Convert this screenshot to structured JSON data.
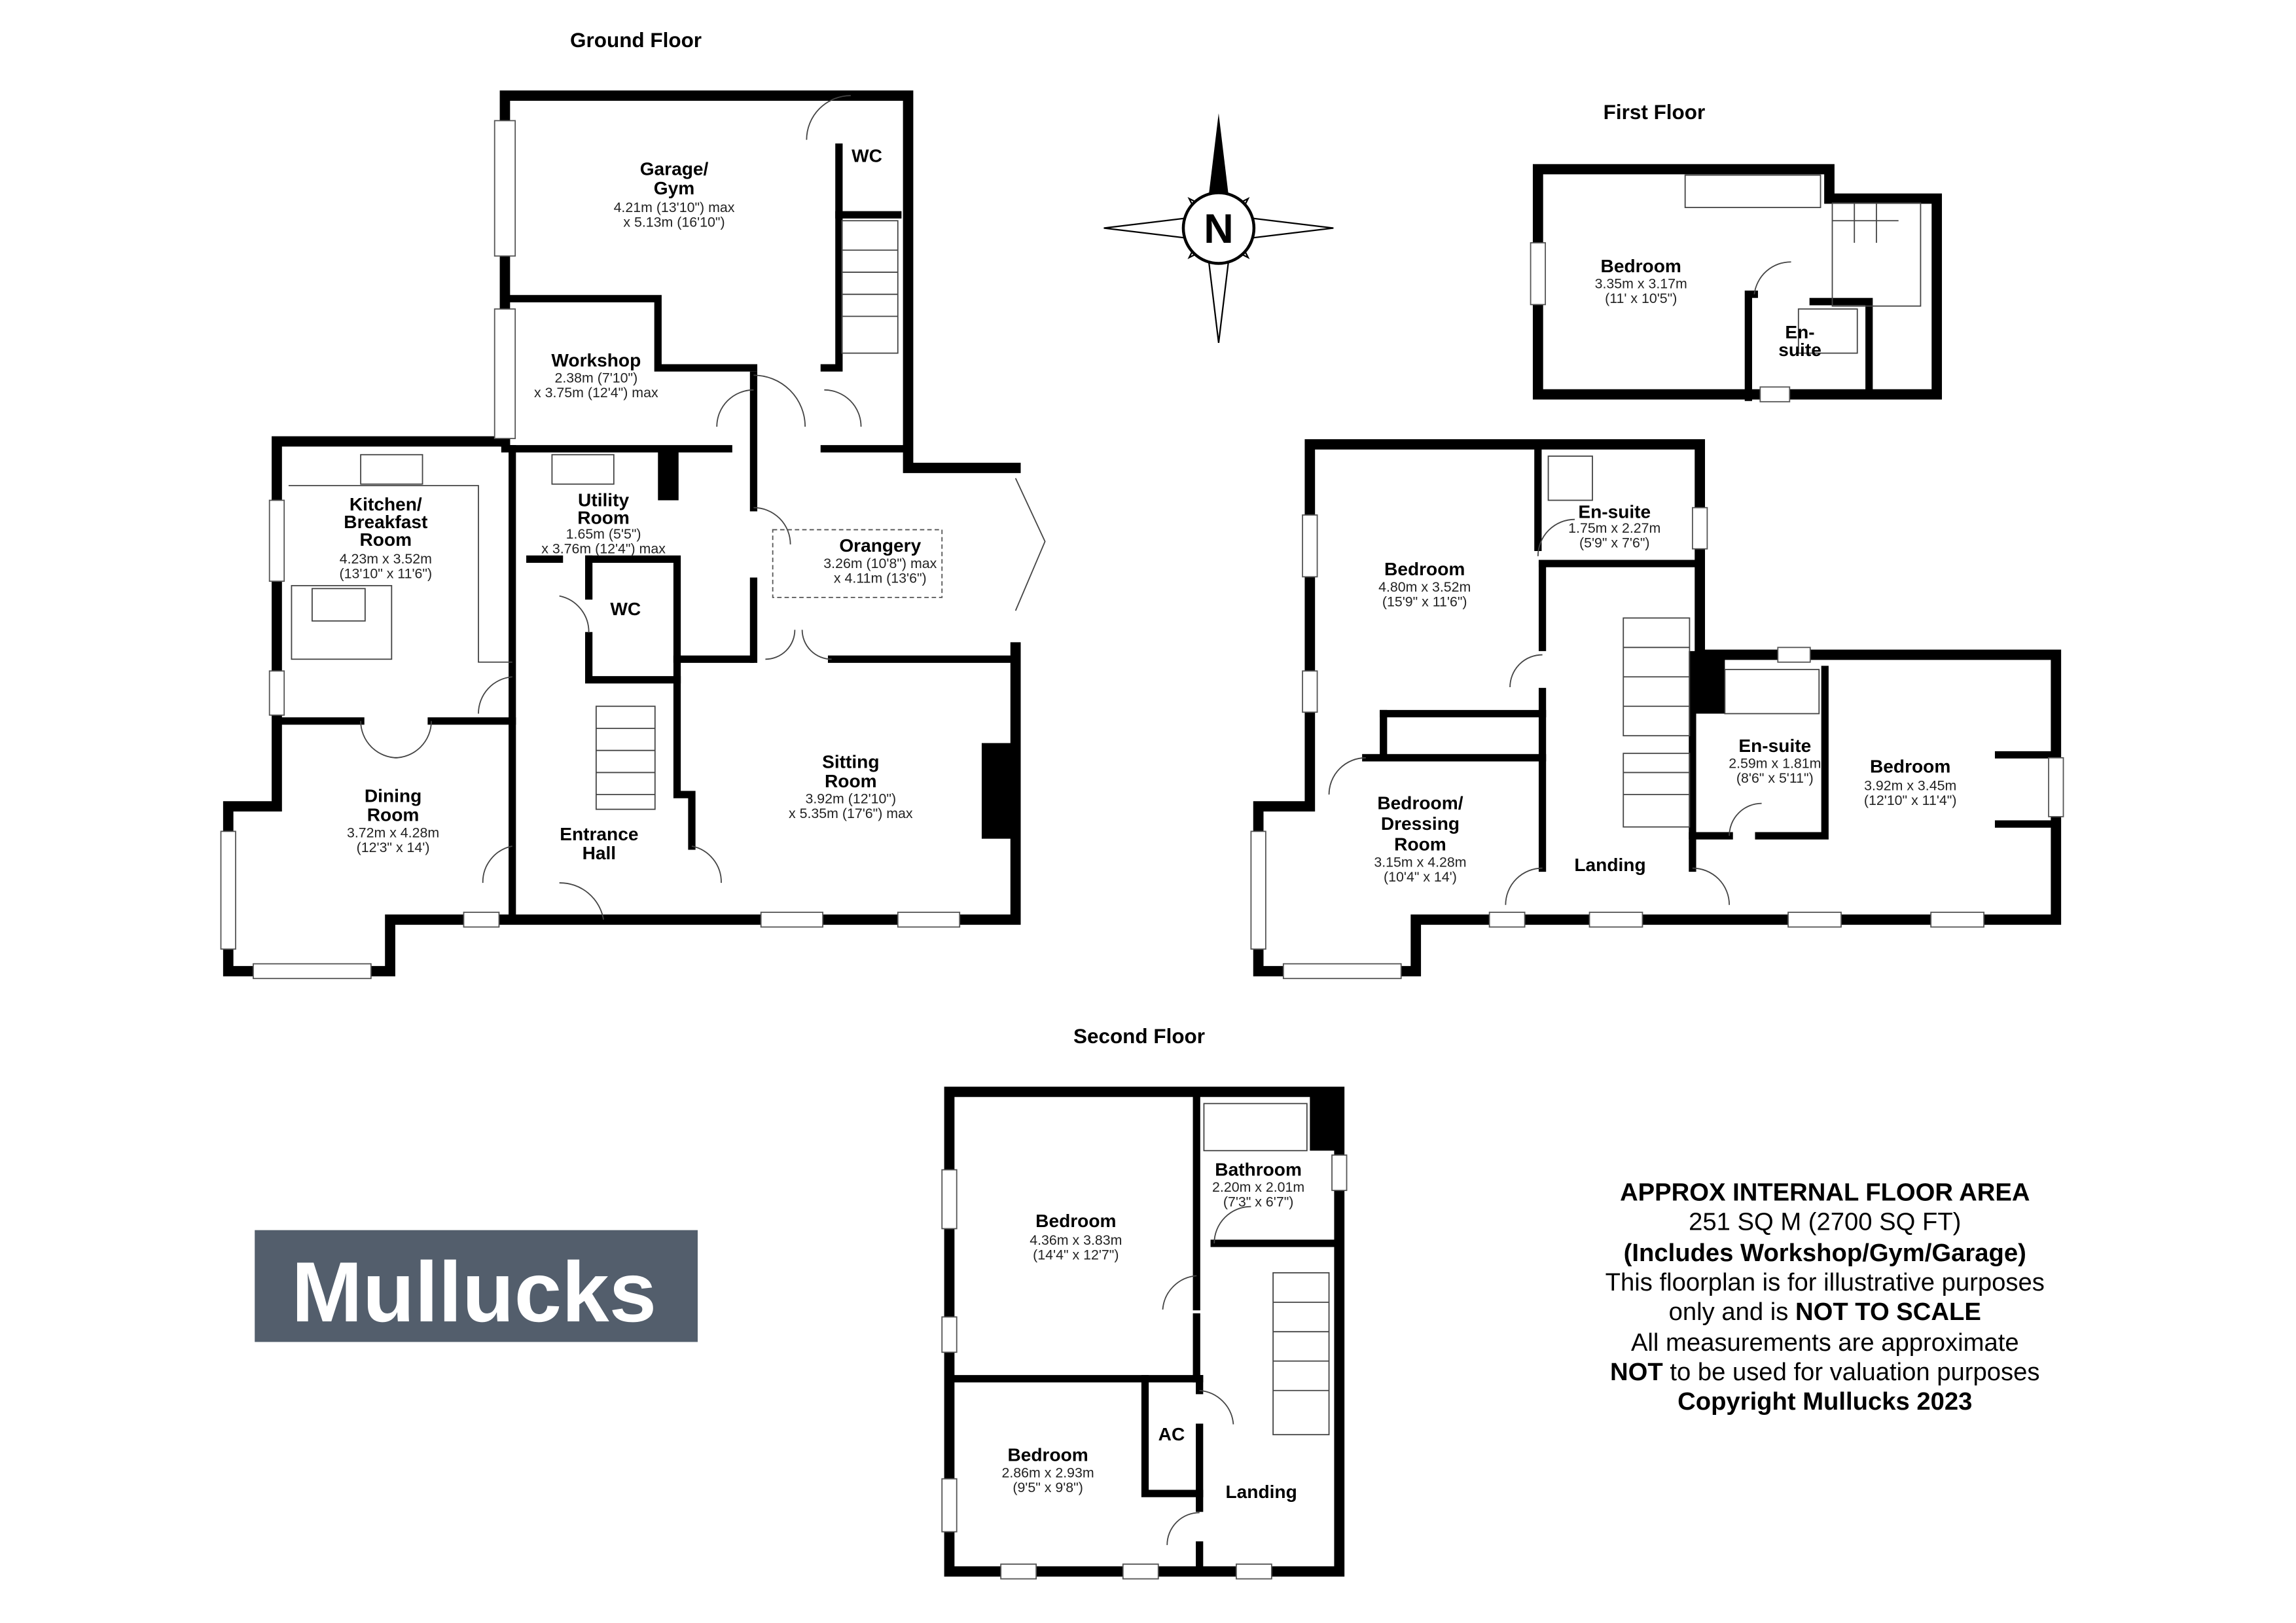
{
  "floors": {
    "ground": {
      "title": "Ground Floor",
      "rooms": [
        {
          "name": [
            "Garage/",
            "Gym"
          ],
          "dims": [
            "4.21m (13'10\") max",
            "x 5.13m (16'10\")"
          ]
        },
        {
          "name": [
            "WC"
          ],
          "dims": []
        },
        {
          "name": [
            "Workshop"
          ],
          "dims": [
            "2.38m (7'10\")",
            "x 3.75m (12'4\") max"
          ]
        },
        {
          "name": [
            "Kitchen/",
            "Breakfast",
            "Room"
          ],
          "dims": [
            "4.23m x 3.52m",
            "(13'10\" x 11'6\")"
          ]
        },
        {
          "name": [
            "Utility",
            "Room"
          ],
          "dims": [
            "1.65m (5'5\")",
            "x 3.76m (12'4\") max"
          ]
        },
        {
          "name": [
            "WC"
          ],
          "dims": []
        },
        {
          "name": [
            "Orangery"
          ],
          "dims": [
            "3.26m (10'8\") max",
            "x 4.11m (13'6\")"
          ]
        },
        {
          "name": [
            "Dining",
            "Room"
          ],
          "dims": [
            "3.72m x 4.28m",
            "(12'3\" x 14')"
          ]
        },
        {
          "name": [
            "Entrance",
            "Hall"
          ],
          "dims": []
        },
        {
          "name": [
            "Sitting",
            "Room"
          ],
          "dims": [
            "3.92m (12'10\")",
            "x 5.35m (17'6\") max"
          ]
        }
      ]
    },
    "first_upper": {
      "title": "First Floor",
      "rooms": [
        {
          "name": [
            "Bedroom"
          ],
          "dims": [
            "3.35m x 3.17m",
            "(11' x 10'5\")"
          ]
        },
        {
          "name": [
            "En-",
            "suite"
          ],
          "dims": []
        }
      ]
    },
    "first": {
      "rooms": [
        {
          "name": [
            "Bedroom"
          ],
          "dims": [
            "4.80m x 3.52m",
            "(15'9\" x 11'6\")"
          ]
        },
        {
          "name": [
            "En-suite"
          ],
          "dims": [
            "1.75m x 2.27m",
            "(5'9\" x 7'6\")"
          ]
        },
        {
          "name": [
            "Bedroom/",
            "Dressing",
            "Room"
          ],
          "dims": [
            "3.15m x 4.28m",
            "(10'4\" x 14')"
          ]
        },
        {
          "name": [
            "Landing"
          ],
          "dims": []
        },
        {
          "name": [
            "En-suite"
          ],
          "dims": [
            "2.59m x 1.81m",
            "(8'6\" x 5'11\")"
          ]
        },
        {
          "name": [
            "Bedroom"
          ],
          "dims": [
            "3.92m x 3.45m",
            "(12'10\" x 11'4\")"
          ]
        }
      ]
    },
    "second": {
      "title": "Second Floor",
      "rooms": [
        {
          "name": [
            "Bedroom"
          ],
          "dims": [
            "4.36m x 3.83m",
            "(14'4\" x 12'7\")"
          ]
        },
        {
          "name": [
            "Bathroom"
          ],
          "dims": [
            "2.20m x 2.01m",
            "(7'3\" x 6'7\")"
          ]
        },
        {
          "name": [
            "AC"
          ],
          "dims": []
        },
        {
          "name": [
            "Bedroom"
          ],
          "dims": [
            "2.86m x 2.93m",
            "(9'5\" x 9'8\")"
          ]
        },
        {
          "name": [
            "Landing"
          ],
          "dims": []
        }
      ]
    }
  },
  "compass": {
    "label": "N",
    "icon": "compass-rose-icon"
  },
  "logo": {
    "text": "Mullucks",
    "background": "#535e6c",
    "color": "#ffffff"
  },
  "info": {
    "heading": "APPROX INTERNAL FLOOR AREA",
    "area": "251 SQ M (2700 SQ FT)",
    "includes": "(Includes Workshop/Gym/Garage)",
    "line1": "This floorplan is for illustrative purposes",
    "line2a": "only and is ",
    "line2b": "NOT TO SCALE",
    "line3": "All measurements are approximate",
    "line4a": "NOT",
    "line4b": " to be used for valuation purposes",
    "copyright": "Copyright Mullucks 2023"
  }
}
